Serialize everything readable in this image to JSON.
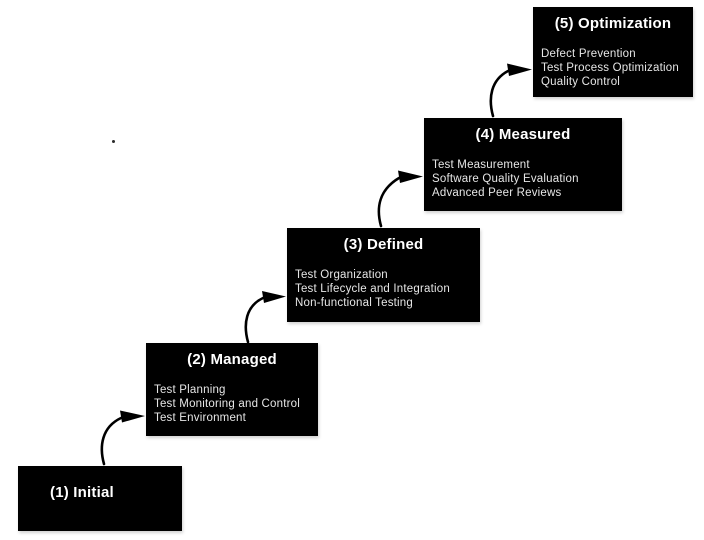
{
  "diagram": {
    "type": "staircase-maturity-model",
    "levels": [
      {
        "title": "(1) Initial",
        "items": []
      },
      {
        "title": "(2) Managed",
        "items": [
          "Test Planning",
          "Test Monitoring and Control",
          "Test Environment"
        ]
      },
      {
        "title": "(3) Defined",
        "items": [
          "Test Organization",
          "Test Lifecycle and Integration",
          "Non-functional Testing"
        ]
      },
      {
        "title": "(4) Measured",
        "items": [
          "Test Measurement",
          "Software Quality Evaluation",
          "Advanced Peer Reviews"
        ]
      },
      {
        "title": "(5) Optimization",
        "items": [
          "Defect Prevention",
          "Test Process Optimization",
          "Quality Control"
        ]
      }
    ],
    "colors": {
      "background": "#ffffff",
      "box_background": "#000000",
      "title_text": "#ffffff",
      "item_text": "#e6e6e6",
      "arrow": "#000000"
    }
  }
}
